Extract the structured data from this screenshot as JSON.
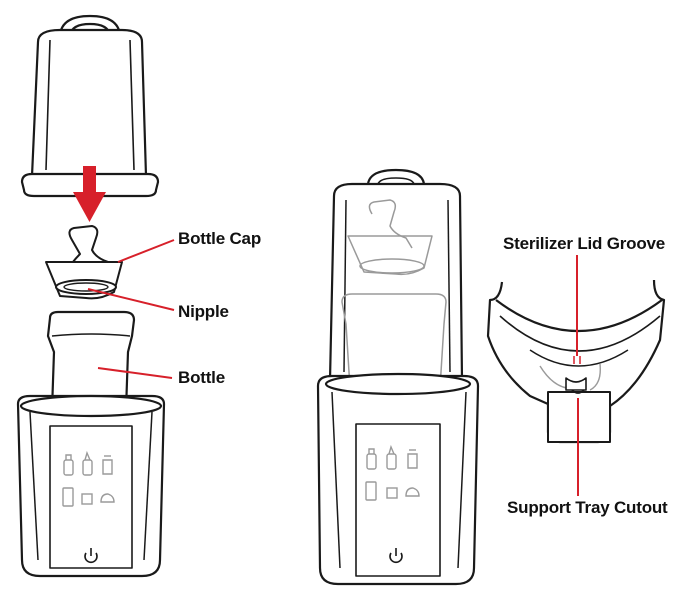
{
  "labels": {
    "bottle_cap": "Bottle Cap",
    "nipple": "Nipple",
    "bottle": "Bottle",
    "sterilizer_lid_groove": "Sterilizer Lid Groove",
    "support_tray_cutout": "Support Tray Cutout"
  },
  "colors": {
    "line": "#1a1a1a",
    "accent": "#d7202a",
    "faint": "#9a9a9a"
  },
  "icons": [
    "bottle-icon",
    "milk-bottle-icon",
    "jar-icon",
    "battery-icon",
    "timer-icon",
    "steam-icon",
    "power-icon"
  ]
}
